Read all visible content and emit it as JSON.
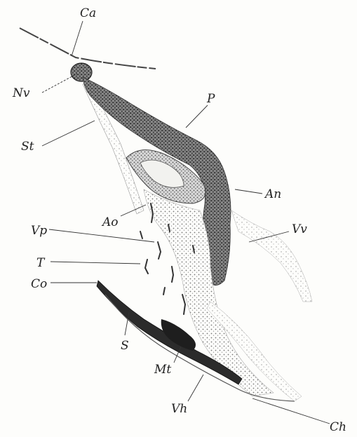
{
  "figure": {
    "labels": {
      "ca": "Ca",
      "nv": "Nv",
      "p": "P",
      "st": "St",
      "an": "An",
      "ao": "Ao",
      "vv": "Vv",
      "vp": "Vp",
      "t": "T",
      "co": "Co",
      "s": "S",
      "mt": "Mt",
      "vh": "Vh",
      "ch": "Ch"
    },
    "colors": {
      "ink": "#222222",
      "dense_tissue": "#3a3a3a",
      "light_tissue": "#9a9a9a"
    }
  }
}
